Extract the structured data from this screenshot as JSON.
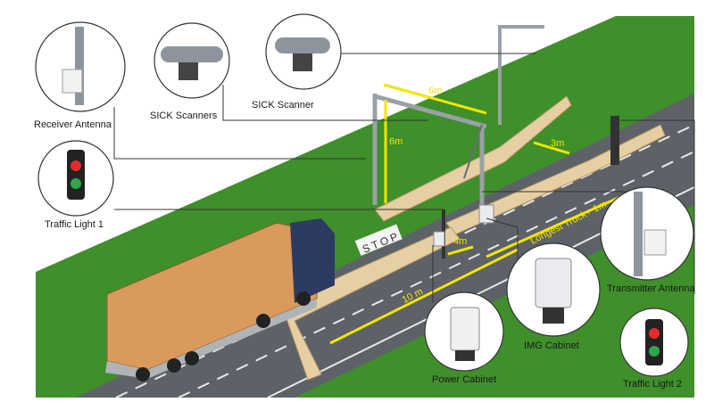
{
  "labels": {
    "receiver_antenna": "Receiver Antenna",
    "sick_scanners": "SICK Scanners",
    "sick_scanner": "SICK Scanner",
    "traffic_light_1": "Traffic Light 1",
    "transmitter_antenna": "Transmitter Antenna",
    "img_cabinet": "IMG Cabinet",
    "power_cabinet": "Power Cabinet",
    "traffic_light_2": "Traffic Light 2"
  },
  "dimensions": {
    "gantry_width": "6m",
    "gantry_height": "6m",
    "lane_width": "3m",
    "stop_offset": "4m",
    "approach": "10 m",
    "truck_clearance": "Longest Truck+ 1m"
  },
  "road_marking": "STOP",
  "colors": {
    "grass": "#3f8f2a",
    "road": "#5d6268",
    "barrier": "#e6cfa2",
    "dimension": "#f2e600",
    "truck_cab": "#2d3b63",
    "cargo": "#d99a5c",
    "light_red": "#e22b2b",
    "light_green": "#2ea84a"
  }
}
